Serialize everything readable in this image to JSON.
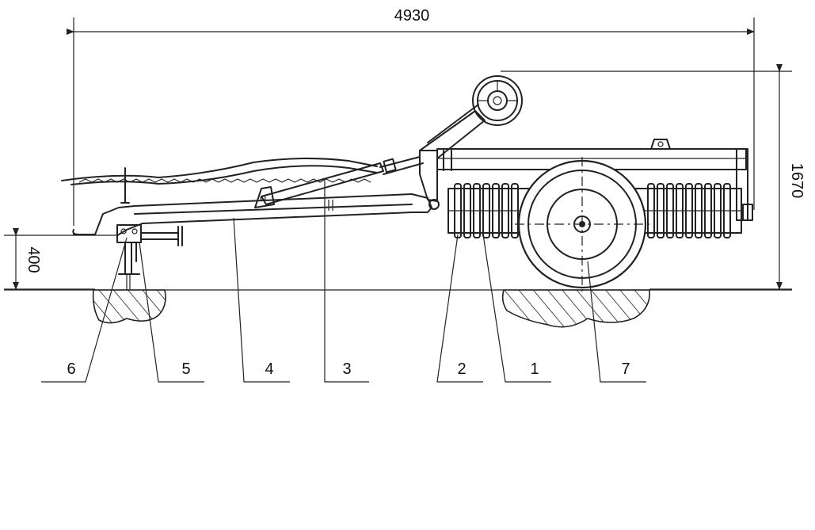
{
  "dimensions": {
    "overall_length": "4930",
    "overall_height": "1670",
    "hitch_height": "400"
  },
  "callouts": [
    {
      "id": "6",
      "label": "6"
    },
    {
      "id": "5",
      "label": "5"
    },
    {
      "id": "4",
      "label": "4"
    },
    {
      "id": "3",
      "label": "3"
    },
    {
      "id": "2",
      "label": "2"
    },
    {
      "id": "1",
      "label": "1"
    },
    {
      "id": "7",
      "label": "7"
    }
  ]
}
